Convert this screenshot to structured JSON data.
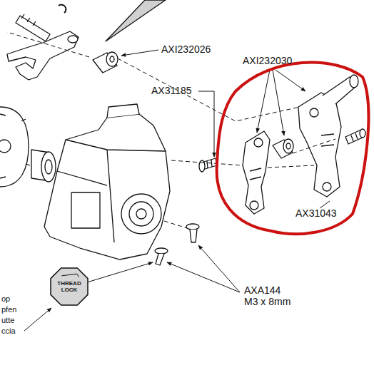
{
  "diagram": {
    "nodes": [
      {
        "text": [
          "THREAD LOCK"
        ]
      }
    ],
    "edges": [],
    "labels": [
      "AXI232026",
      "AX31185",
      "AXI232030",
      "AX31043",
      "AXA144",
      "M3 x 8mm",
      "op",
      "pfen",
      "utte",
      "ccia"
    ]
  }
}
